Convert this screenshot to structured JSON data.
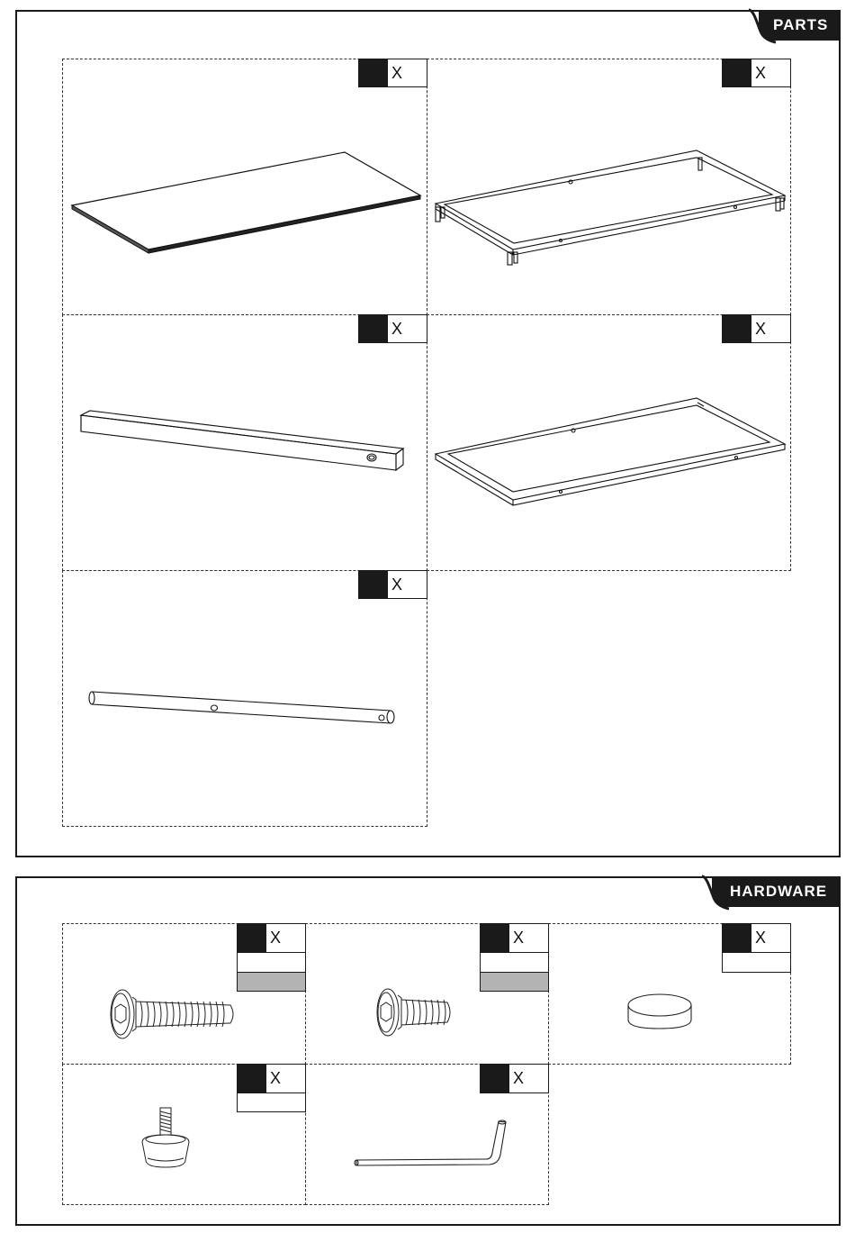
{
  "parts": {
    "tab_label": "PARTS",
    "items": [
      {
        "name": "glass-panel",
        "qty_label": "X"
      },
      {
        "name": "top-frame-with-legs",
        "qty_label": "X"
      },
      {
        "name": "square-tube-leg",
        "qty_label": "X"
      },
      {
        "name": "bottom-frame",
        "qty_label": "X"
      },
      {
        "name": "round-rod",
        "qty_label": "X"
      }
    ]
  },
  "hardware": {
    "tab_label": "HARDWARE",
    "items": [
      {
        "name": "long-hex-bolt",
        "qty_label": "X"
      },
      {
        "name": "short-hex-bolt",
        "qty_label": "X"
      },
      {
        "name": "round-disc-pad",
        "qty_label": "X"
      },
      {
        "name": "leveling-foot",
        "qty_label": "X"
      },
      {
        "name": "allen-key",
        "qty_label": "X"
      }
    ]
  },
  "colors": {
    "ink": "#1a1a1a",
    "swatch_gray": "#b3b3b3"
  }
}
